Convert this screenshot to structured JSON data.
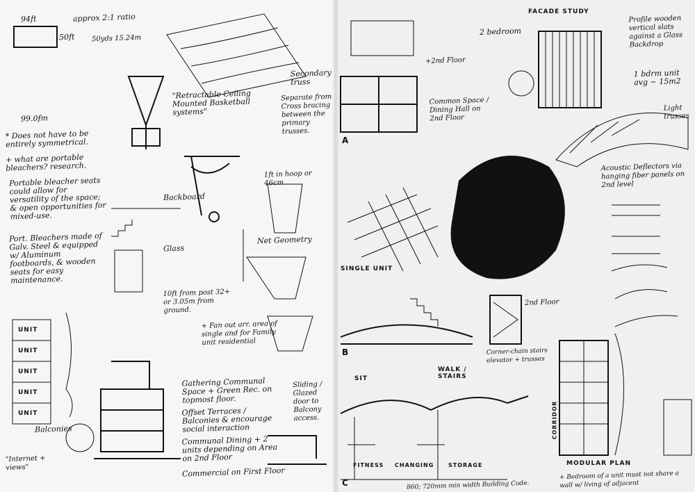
{
  "left_page": {
    "notes": [
      "94ft",
      "50ft",
      "approx 2:1 ratio",
      "50yds 15.24m",
      "99.0fm",
      "* Does not have to be entirely symmetrical.",
      "+ what are portable bleachers? research.",
      "Portable bleacher seats could allow for versatility of the space; & open opportunities for mixed-use.",
      "Port. Bleachers made of Galv. Steel & equipped w/ Aluminum footboards, & wooden seats for easy maintenance.",
      "\"Retractable Ceiling Mounted Basketball systems\"",
      "Secondary truss",
      "Separate from Cross bracing between the primary trusses.",
      "1ft in hoop or 46cm.",
      "Backboard",
      "Net Geometry",
      "Glass",
      "10ft from post 32+ or 3.05m from ground.",
      "+ Fan out arr. area of single and for Family unit residential",
      "Gathering Communal Space + Green Rec. on topmost floor.",
      "Offset Terraces / Balconies & encourage social interaction",
      "Communal Dining + 2 units depending on Area on 2nd Floor",
      "Commercial on First Floor",
      "Sliding / Glazed door to Balcony access.",
      "Balconies",
      "\"Internet + views\""
    ],
    "unit_labels": [
      "UNIT",
      "UNIT",
      "UNIT",
      "UNIT",
      "UNIT"
    ]
  },
  "right_page": {
    "notes": [
      "FACADE STUDY",
      "Profile wooden vertical slats against a Glass Backdrop",
      "2 bedroom",
      "+2nd Floor",
      "1 bdrm unit avg ~ 15m2",
      "Common Space / Dining Hall on 2nd Floor",
      "Light trusses",
      "Acoustic Deflectors via hanging fiber panels on 2nd level",
      "SINGLE UNIT",
      "2nd Floor",
      "Corner-chain stairs elevator + trusses",
      "SIT",
      "WALK / STAIRS",
      "860; 720mm min width Building Code.",
      "MODULAR PLAN",
      "+ Bedroom of a unit must not share a wall w/ living of adjacent"
    ],
    "section_labels": [
      "A",
      "B",
      "C"
    ],
    "room_labels": [
      "FITNESS",
      "CHANGING",
      "STORAGE",
      "CORRIDOR"
    ]
  }
}
